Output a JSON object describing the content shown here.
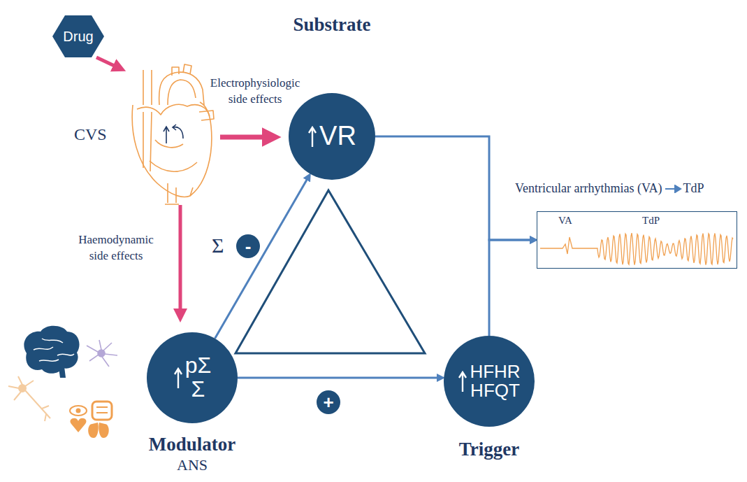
{
  "diagram": {
    "nodes": [
      {
        "text": [
          "Drug"
        ]
      },
      {
        "text": [
          "Substrate",
          "VR"
        ]
      },
      {
        "text": [
          "-"
        ]
      },
      {
        "text": [
          "Ventricular arrhythmias (VA)",
          "TdP",
          "VA",
          "TdP"
        ]
      },
      {
        "text": [
          "pΣ Σ",
          "Modulator",
          "ANS"
        ]
      },
      {
        "text": [
          "+"
        ]
      },
      {
        "text": [
          "HFHR HFQT",
          "Trigger"
        ]
      }
    ],
    "edges": [
      {
        "from": 4,
        "to": 1,
        "arrow": "to"
      },
      {
        "from": 4,
        "to": 6,
        "arrow": "to"
      },
      {
        "from": 1,
        "to": 3,
        "arrow": "to"
      },
      {
        "from": 6,
        "to": 3,
        "arrow": "to"
      }
    ],
    "labels": [
      "Electrophysiologic side effects",
      "CVS",
      "Haemodynamic side effects",
      "Σ"
    ]
  }
}
